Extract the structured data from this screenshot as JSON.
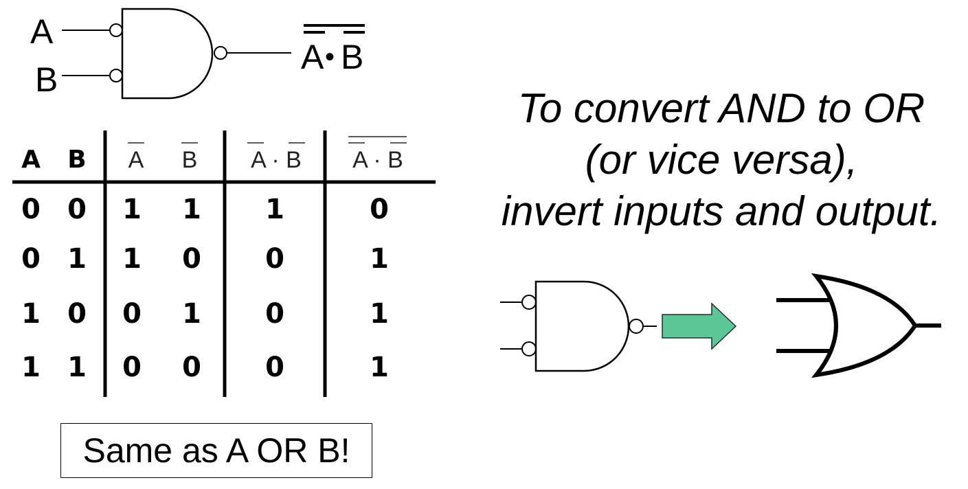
{
  "gate_labels": {
    "input_a": "A",
    "input_b": "B",
    "output": "A•B",
    "output_left": "A",
    "output_dot": "•",
    "output_right": "B"
  },
  "truth_table": {
    "headers": [
      "A",
      "B",
      "A",
      "B",
      "A · B",
      "A · B"
    ],
    "header_notation": [
      "A",
      "B",
      "NOT A",
      "NOT B",
      "NOT A AND NOT B",
      "NOT (NOT A AND NOT B)"
    ],
    "rows": [
      [
        "0",
        "0",
        "1",
        "1",
        "1",
        "0"
      ],
      [
        "0",
        "1",
        "1",
        "0",
        "0",
        "1"
      ],
      [
        "1",
        "0",
        "0",
        "1",
        "0",
        "1"
      ],
      [
        "1",
        "1",
        "0",
        "0",
        "0",
        "1"
      ]
    ]
  },
  "message": {
    "line1": "To convert AND to OR",
    "line2": "(or vice versa),",
    "line3": "invert inputs and output."
  },
  "conclusion": "Same as A OR B!",
  "arrow_color": "#5dc699",
  "icons": [
    "nand-gate-inverted-inputs-icon",
    "arrow-right-icon",
    "or-gate-icon"
  ]
}
